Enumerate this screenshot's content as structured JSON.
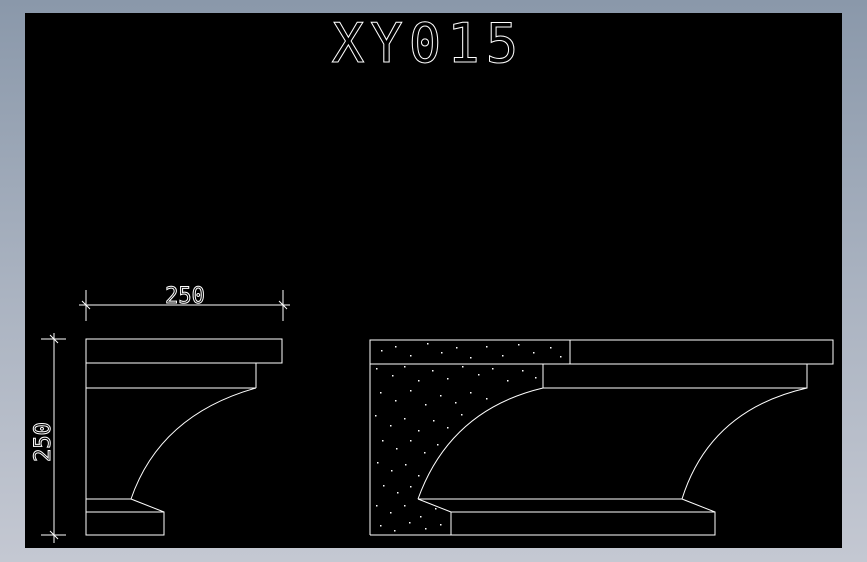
{
  "drawing": {
    "title": "XY015",
    "dimensions": {
      "horizontal": "250",
      "vertical": "250"
    },
    "colors": {
      "canvas": "#000000",
      "lines": "#ffffff",
      "frame_top": "#8a98aa",
      "frame_bottom": "#c4c8d2"
    }
  }
}
